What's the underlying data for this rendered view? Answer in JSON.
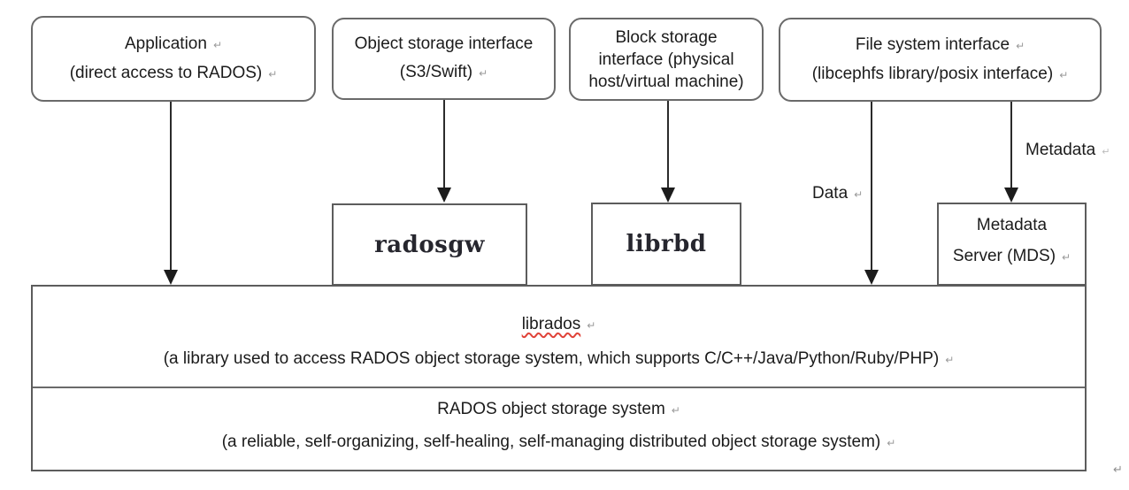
{
  "diagram": {
    "top_boxes": [
      {
        "id": "application",
        "lines": [
          "Application",
          "(direct access to RADOS)"
        ]
      },
      {
        "id": "object-storage",
        "lines": [
          "Object storage interface",
          "(S3/Swift)"
        ]
      },
      {
        "id": "block-storage",
        "lines": [
          "Block storage",
          "interface (physical",
          "host/virtual machine)"
        ]
      },
      {
        "id": "file-system",
        "lines": [
          "File system interface",
          "(libcephfs library/posix interface)"
        ]
      }
    ],
    "middle_boxes": {
      "radosgw": "radosgw",
      "librbd": "librbd",
      "mds_lines": [
        "Metadata",
        "Server (MDS)"
      ]
    },
    "edge_labels": {
      "data": "Data",
      "metadata": "Metadata"
    },
    "librados": {
      "title": "librados",
      "description": "(a library used to access RADOS object storage system, which supports C/C++/Java/Python/Ruby/PHP)"
    },
    "rados": {
      "title": "RADOS object storage system",
      "description": "(a reliable, self-organizing, self-healing, self-managing distributed object storage system)"
    },
    "marks": {
      "return_mark": "↵"
    },
    "colors": {
      "rounded_border": "#6a6a6a",
      "rect_border": "#5c5c5c",
      "arrow": "#2b2b2b",
      "text": "#1b1b1b",
      "serif_text": "#26262e",
      "return_mark": "#9a9a9a",
      "spellcheck_squiggle": "#e0443a",
      "background": "#ffffff"
    }
  }
}
